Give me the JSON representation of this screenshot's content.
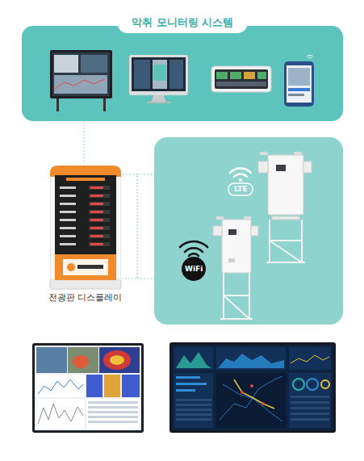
{
  "diagram": {
    "title": "악취 모니터링 시스템",
    "nodes": [
      {
        "text": [
          "전광판 디스플레이"
        ]
      }
    ],
    "labels": [
      "LTE",
      "WiFi"
    ]
  }
}
